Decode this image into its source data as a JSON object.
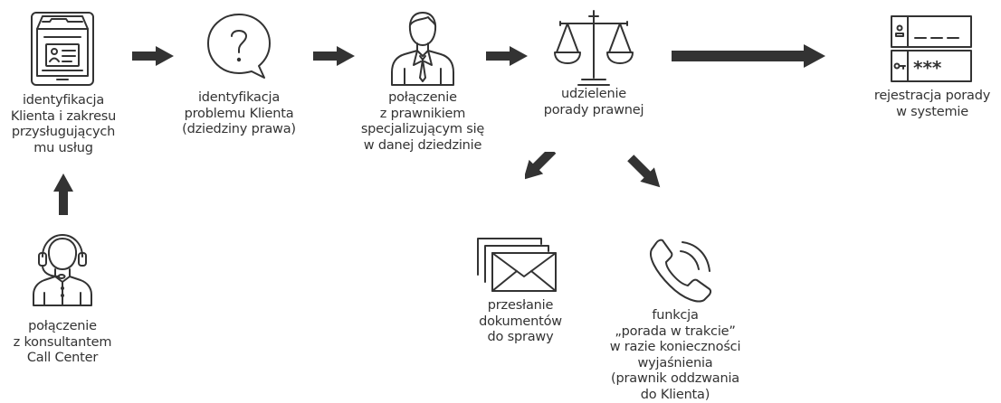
{
  "colors": {
    "stroke": "#333333",
    "text": "#333333",
    "background": "#ffffff"
  },
  "steps": [
    {
      "icon": "file-drawer-icon",
      "label": "identyfikacja\nKlienta i zakresu\nprzysługujących\nmu usług"
    },
    {
      "icon": "question-bubble-icon",
      "label": "identyfikacja\nproblemu Klienta\n(dziedziny prawa)"
    },
    {
      "icon": "lawyer-icon",
      "label": "połączenie\nz prawnikiem\nspecjalizującym się\nw danej dziedzinie"
    },
    {
      "icon": "scales-icon",
      "label": "udzielenie\nporady prawnej"
    },
    {
      "icon": "registration-card-icon",
      "label": "rejestracja porady\nw systemie"
    },
    {
      "icon": "call-center-agent-icon",
      "label": "połączenie\nz konsultantem\nCall Center"
    },
    {
      "icon": "envelopes-icon",
      "label": "przesłanie\ndokumentów\ndo sprawy"
    },
    {
      "icon": "phone-icon",
      "label": "funkcja\n„porada w trakcie”\nw razie konieczności\nwyjaśnienia\n(prawnik oddzwania\ndo Klienta)"
    }
  ]
}
